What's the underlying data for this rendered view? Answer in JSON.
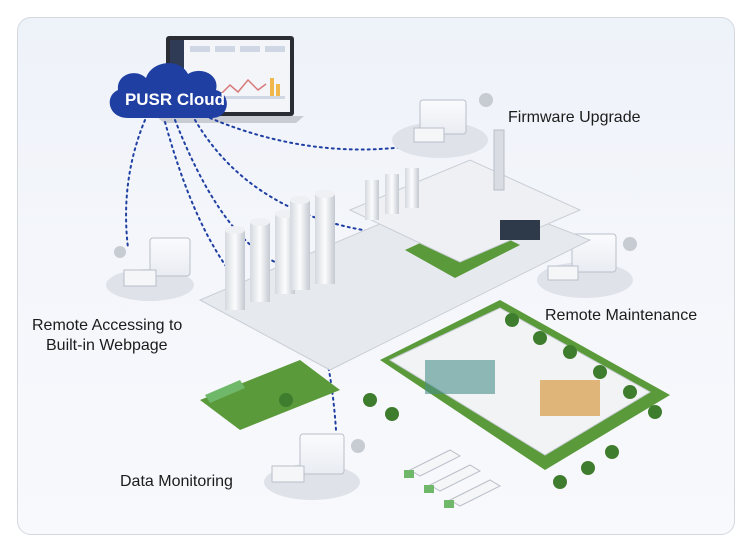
{
  "cloud": {
    "label": "PUSR Cloud"
  },
  "labels": {
    "firmware": "Firmware Upgrade",
    "remote_access_line1": "Remote Accessing to",
    "remote_access_line2": "Built-in Webpage",
    "remote_maintenance": "Remote Maintenance",
    "data_monitoring": "Data Monitoring"
  },
  "colors": {
    "cloud": "#1f3fa3",
    "link": "#1f3fa3",
    "grass": "#5a9a3a",
    "building": "#e6e9ee"
  }
}
